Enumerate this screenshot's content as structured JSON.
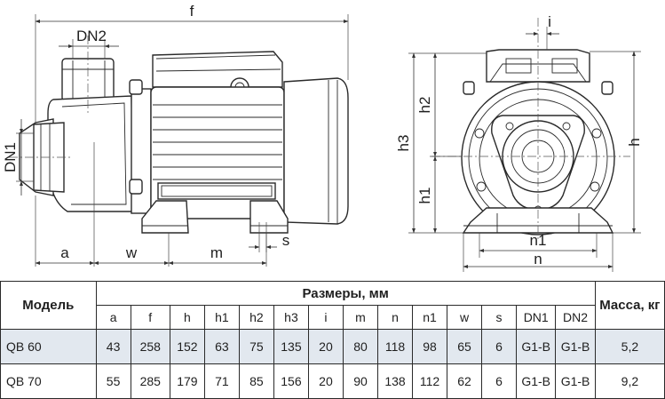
{
  "drawing": {
    "labels": {
      "f": "f",
      "dn2": "DN2",
      "dn1": "DN1",
      "a": "a",
      "w": "w",
      "m": "m",
      "s": "s",
      "i": "i",
      "h": "h",
      "h1": "h1",
      "h2": "h2",
      "h3": "h3",
      "n": "n",
      "n1": "n1"
    }
  },
  "table": {
    "model_header": "Модель",
    "sizes_header": "Размеры, мм",
    "mass_header": "Масса, кг",
    "columns": [
      "a",
      "f",
      "h",
      "h1",
      "h2",
      "h3",
      "i",
      "m",
      "n",
      "n1",
      "w",
      "s",
      "DN1",
      "DN2"
    ],
    "rows": [
      {
        "model": "QB 60",
        "values": [
          "43",
          "258",
          "152",
          "63",
          "75",
          "135",
          "20",
          "80",
          "118",
          "98",
          "65",
          "6",
          "G1-B",
          "G1-B"
        ],
        "mass": "5,2"
      },
      {
        "model": "QB 70",
        "values": [
          "55",
          "285",
          "179",
          "71",
          "85",
          "156",
          "20",
          "90",
          "138",
          "112",
          "62",
          "6",
          "G1-B",
          "G1-B"
        ],
        "mass": "9,2"
      }
    ]
  }
}
